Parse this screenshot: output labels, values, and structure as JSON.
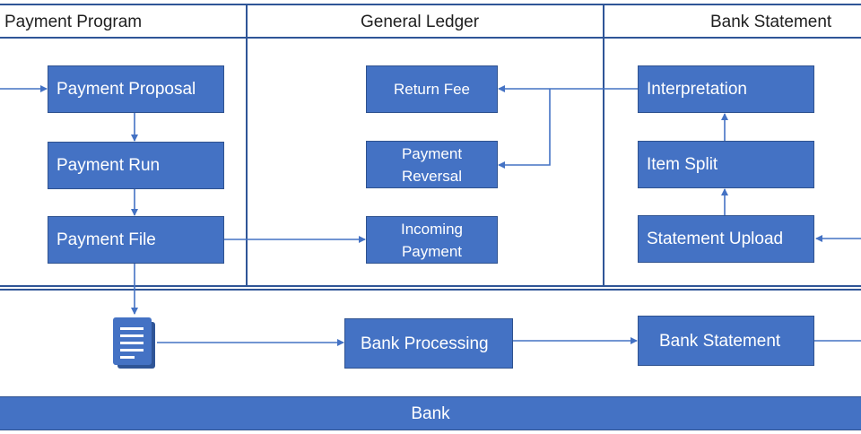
{
  "headers": {
    "payment_program": "Payment Program",
    "general_ledger": "General Ledger",
    "bank_statement": "Bank Statement"
  },
  "payment_program": {
    "proposal": "Payment Proposal",
    "run": "Payment Run",
    "file": "Payment File"
  },
  "general_ledger": {
    "return_fee": "Return Fee",
    "payment_reversal": "Payment\nReversal",
    "incoming_payment": "Incoming\nPayment"
  },
  "bank_statement": {
    "interpretation": "Interpretation",
    "item_split": "Item Split",
    "statement_upload": "Statement Upload"
  },
  "bank_lane": {
    "processing": "Bank Processing",
    "statement": "Bank Statement",
    "footer": "Bank"
  },
  "icons": {
    "payment_file_document": "document-icon"
  },
  "colors": {
    "box_fill": "#4472c4",
    "box_border": "#2f528f",
    "lane_line": "#2f5597",
    "arrow": "#4472c4"
  }
}
